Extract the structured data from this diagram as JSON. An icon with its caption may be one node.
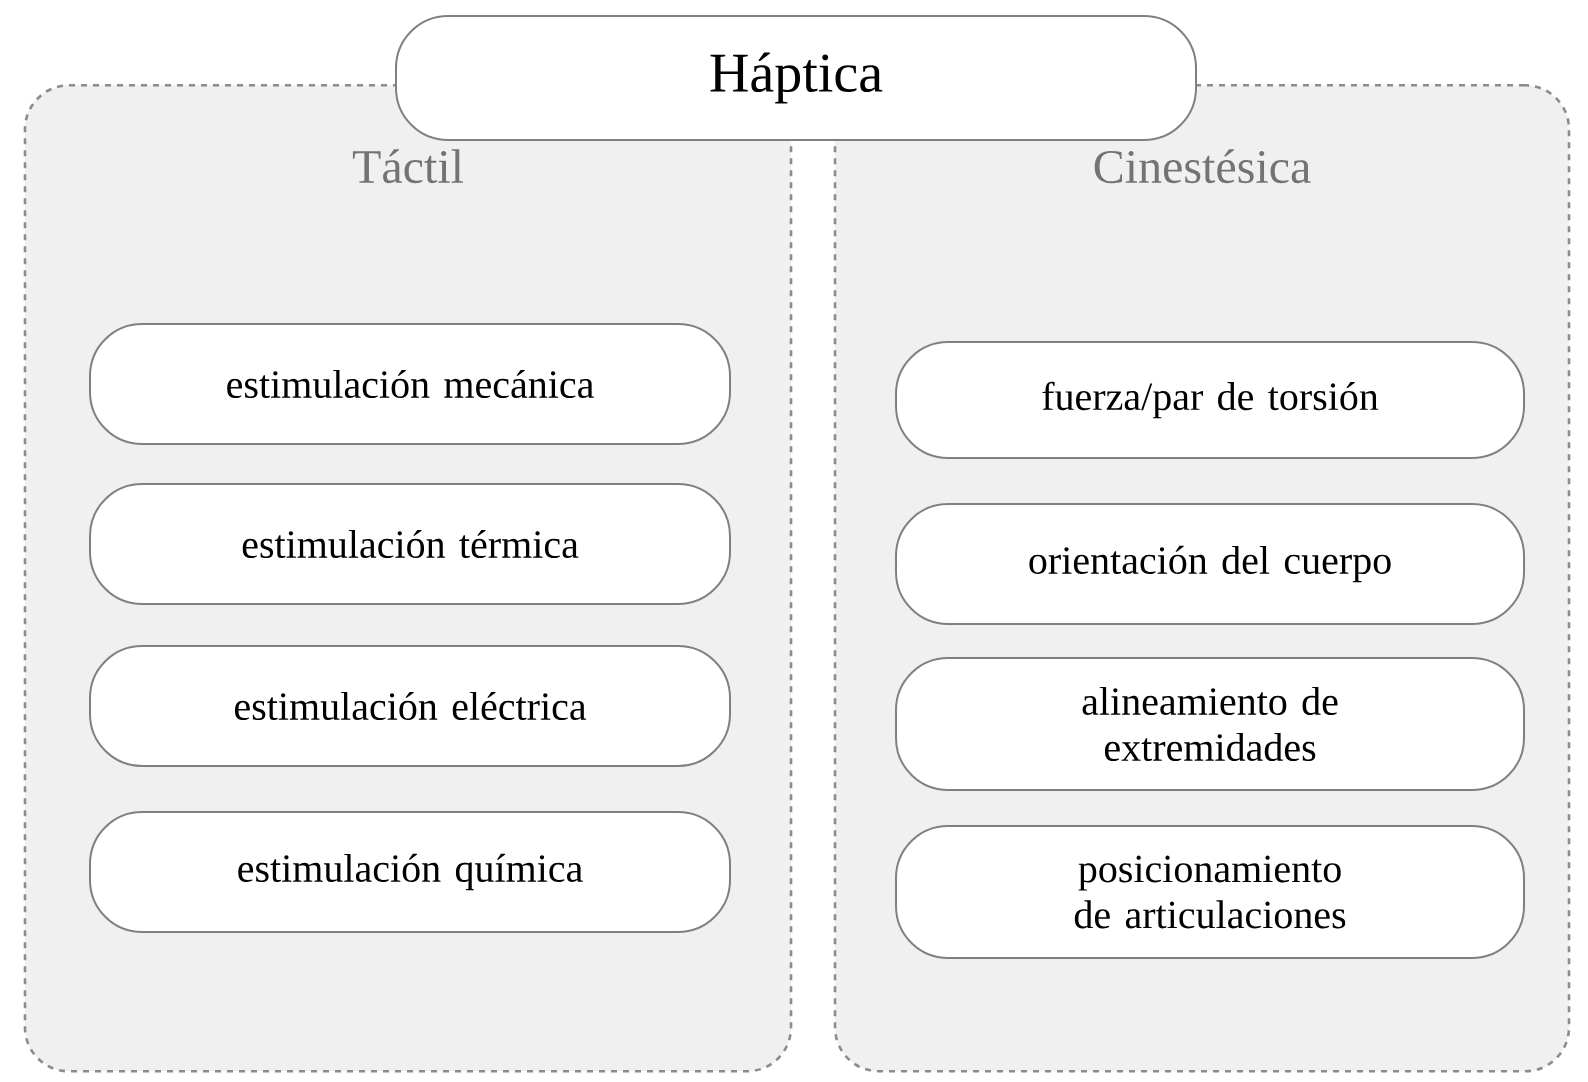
{
  "diagram": {
    "nodes": [
      {
        "text": [
          "Háptica"
        ]
      },
      {
        "text": [
          "Táctil"
        ]
      },
      {
        "text": [
          "estimulación mecánica"
        ],
        "in": 1
      },
      {
        "text": [
          "estimulación térmica"
        ],
        "in": 1
      },
      {
        "text": [
          "estimulación eléctrica"
        ],
        "in": 1
      },
      {
        "text": [
          "estimulación química"
        ],
        "in": 1
      },
      {
        "text": [
          "Cinestésica"
        ]
      },
      {
        "text": [
          "fuerza/par de torsión"
        ],
        "in": 6
      },
      {
        "text": [
          "orientación del cuerpo"
        ],
        "in": 6
      },
      {
        "text": [
          "alineamiento de extremidades"
        ],
        "in": 6
      },
      {
        "text": [
          "posicionamiento de articulaciones"
        ],
        "in": 6
      }
    ]
  }
}
